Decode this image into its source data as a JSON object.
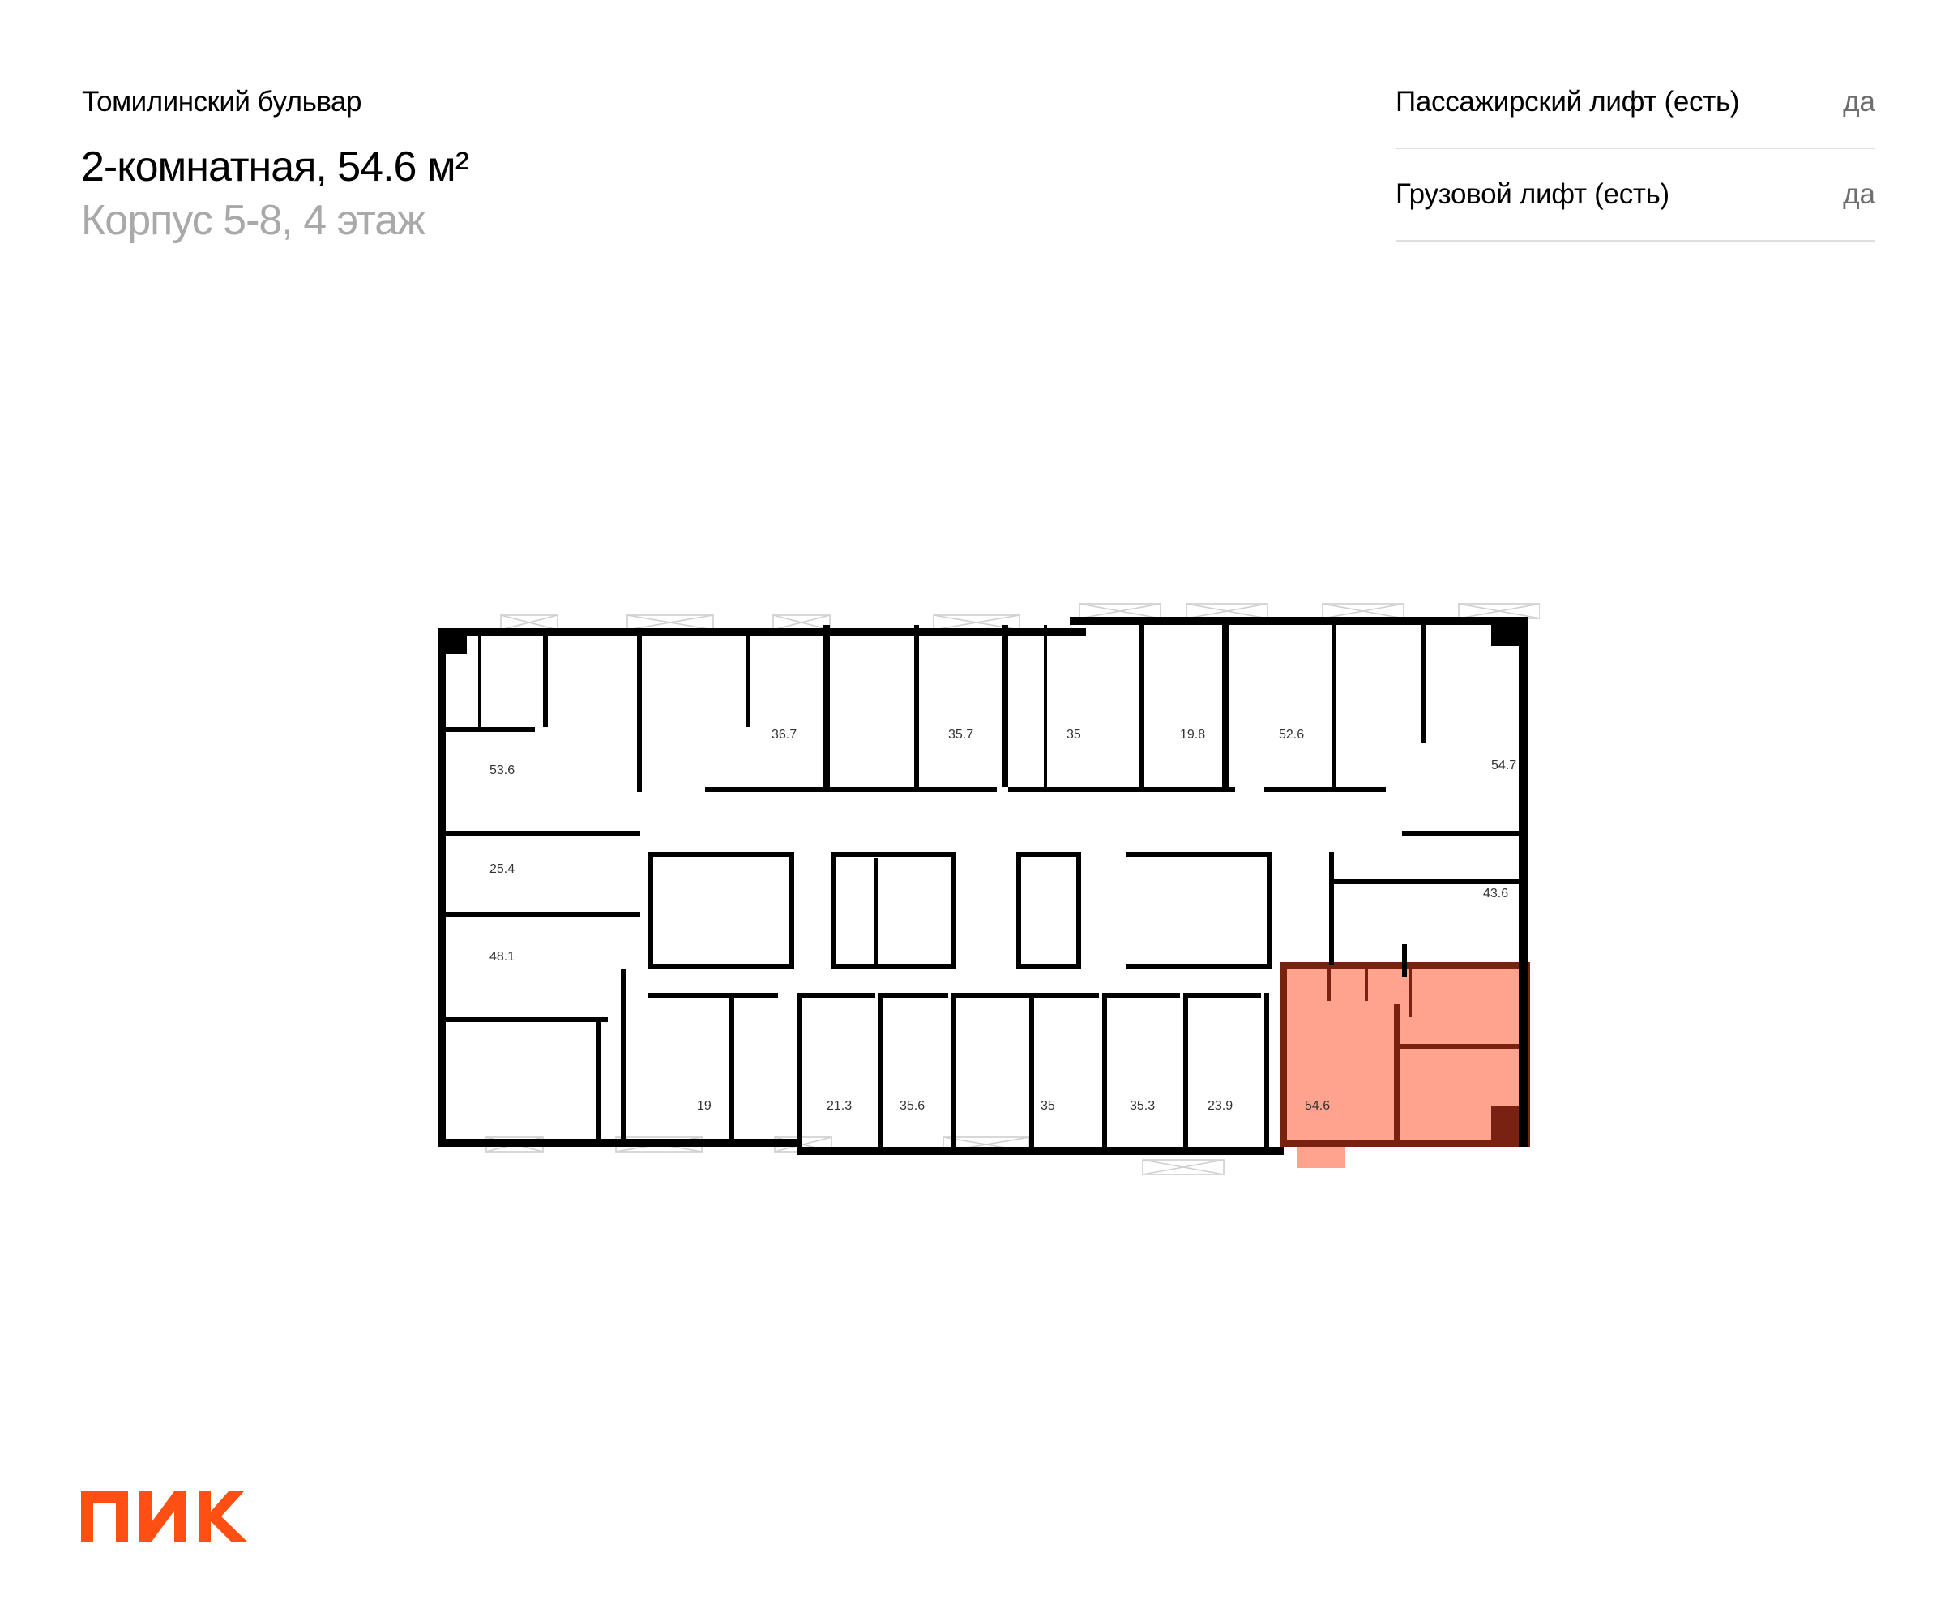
{
  "header": {
    "project_name": "Томилинский бульвар",
    "apartment_title": "2-комнатная, 54.6 м²",
    "building_floor": "Корпус 5-8, 4 этаж"
  },
  "features": [
    {
      "label": "Пассажирский лифт (есть)",
      "value": "да"
    },
    {
      "label": "Грузовой лифт (есть)",
      "value": "да"
    }
  ],
  "floor_plan": {
    "highlight_color": "#ffa38f",
    "highlight_wall_color": "#7a2212",
    "selected_unit": {
      "area": "54.6"
    },
    "units_top_row": [
      {
        "area": "53.6"
      },
      {
        "area": "36.7"
      },
      {
        "area": "35.7"
      },
      {
        "area": "35"
      },
      {
        "area": "19.8"
      },
      {
        "area": "52.6"
      },
      {
        "area": "54.7"
      }
    ],
    "units_middle": [
      {
        "area": "25.4"
      },
      {
        "area": "48.1"
      },
      {
        "area": "43.6"
      }
    ],
    "units_bottom_row": [
      {
        "area": "19"
      },
      {
        "area": "21.3"
      },
      {
        "area": "35.6"
      },
      {
        "area": "35"
      },
      {
        "area": "35.3"
      },
      {
        "area": "23.9"
      },
      {
        "area": "54.6"
      }
    ]
  },
  "brand": {
    "logo_text": "ПИК",
    "logo_color": "#ff4f12"
  }
}
